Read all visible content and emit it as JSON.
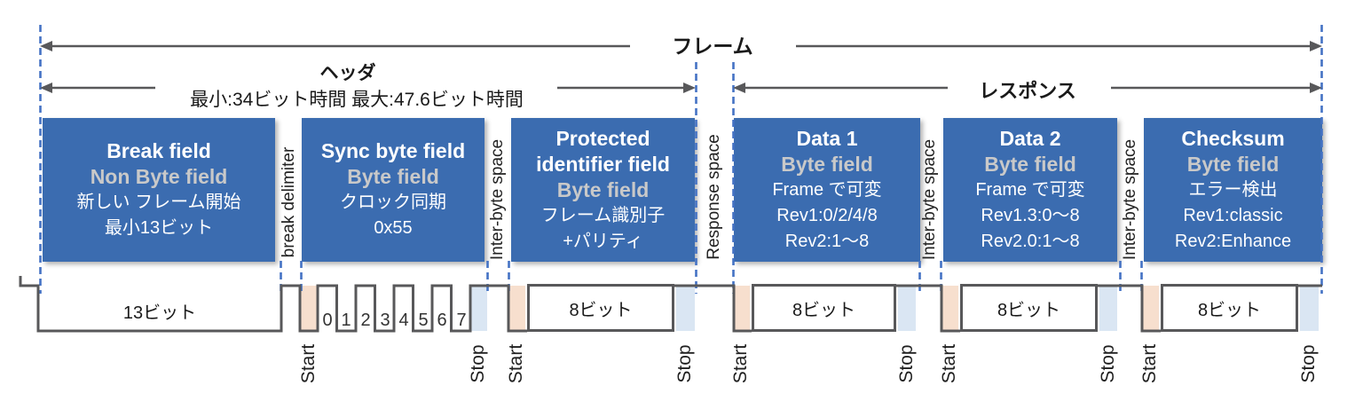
{
  "spans": {
    "frame_label": "フレーム",
    "header_label": "ヘッダ",
    "header_range": "最小:34ビット時間  最大:47.6ビット時間",
    "response_label": "レスポンス"
  },
  "fields": [
    {
      "title": "Break field",
      "subtitle": "Non Byte field",
      "lines": [
        "新しい フレーム開始",
        "最小13ビット"
      ]
    },
    {
      "title": "Sync byte field",
      "subtitle": "Byte field",
      "lines": [
        "クロック同期",
        "0x55"
      ]
    },
    {
      "title": "Protected identifier field",
      "subtitle": "Byte field",
      "lines": [
        "フレーム識別子",
        "+パリティ"
      ]
    },
    {
      "title": "Data 1",
      "subtitle": "Byte field",
      "lines": [
        "Frame で可変",
        "Rev1:0/2/4/8",
        "Rev2:1〜8"
      ]
    },
    {
      "title": "Data 2",
      "subtitle": "Byte field",
      "lines": [
        "Frame で可変",
        "Rev1.3:0〜8",
        "Rev2.0:1〜8"
      ]
    },
    {
      "title": "Checksum",
      "subtitle": "Byte field",
      "lines": [
        "エラー検出",
        "Rev1:classic",
        "Rev2:Enhance"
      ]
    }
  ],
  "separators": [
    {
      "label": "break delimiter"
    },
    {
      "label": "Inter-byte space"
    },
    {
      "label": "Response space"
    },
    {
      "label": "Inter-byte space"
    },
    {
      "label": "Inter-byte space"
    }
  ],
  "waveform": {
    "break_bits_label": "13ビット",
    "byte_bits_label": "8ビット",
    "sync_bit_numbers": [
      "0",
      "1",
      "2",
      "3",
      "4",
      "5",
      "6",
      "7"
    ],
    "start_label": "Start",
    "stop_label": "Stop"
  },
  "colors": {
    "field_box_blue": "#3b6cb0",
    "field_subtitle_gray": "#c9c9c9",
    "start_fill_peach": "#f7dfce",
    "stop_fill_blue": "#dae6f3",
    "dashed_guide_blue": "#4472c4",
    "signal_line_gray": "#58585a",
    "label_black": "#1a1a1a"
  }
}
